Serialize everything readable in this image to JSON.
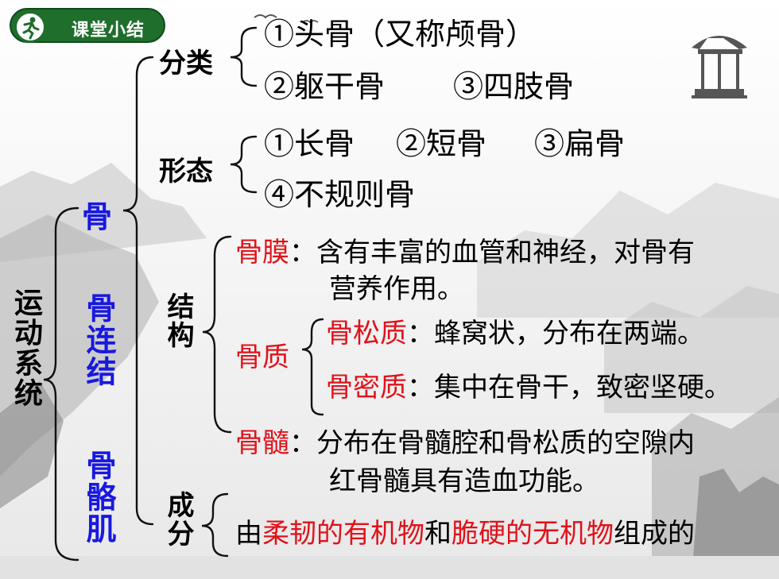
{
  "header": {
    "badge_label": "课堂小结"
  },
  "root": {
    "label": "运动系统"
  },
  "level1": [
    "骨",
    "骨连结",
    "骨骼肌"
  ],
  "bone": {
    "classification": {
      "label": "分类",
      "items": [
        "①头骨（又称颅骨）",
        "②躯干骨",
        "③四肢骨"
      ]
    },
    "shape": {
      "label": "形态",
      "items": [
        "①长骨",
        "②短骨",
        "③扁骨",
        "④不规则骨"
      ]
    },
    "structure": {
      "label": "结构",
      "periosteum": {
        "term": "骨膜",
        "text_line1": "：含有丰富的血管和神经，对骨有",
        "text_line2": "营养作用。"
      },
      "substance": {
        "term": "骨质",
        "spongy": {
          "term": "骨松质",
          "text": "：蜂窝状，分布在两端。"
        },
        "compact": {
          "term": "骨密质",
          "text": "：集中在骨干，致密坚硬。"
        }
      },
      "marrow": {
        "term": "骨髓",
        "text_line1": "：分布在骨髓腔和骨松质的空隙内",
        "text_line2": "红骨髓具有造血功能。"
      }
    },
    "composition": {
      "label": "成分",
      "parts": [
        "由",
        "柔韧的有机物",
        "和",
        "脆硬的无机物",
        "组成的"
      ]
    }
  },
  "colors": {
    "term_red": "#e0121b",
    "level1_blue": "#1818e0",
    "badge_green": "#1f6e2c"
  }
}
